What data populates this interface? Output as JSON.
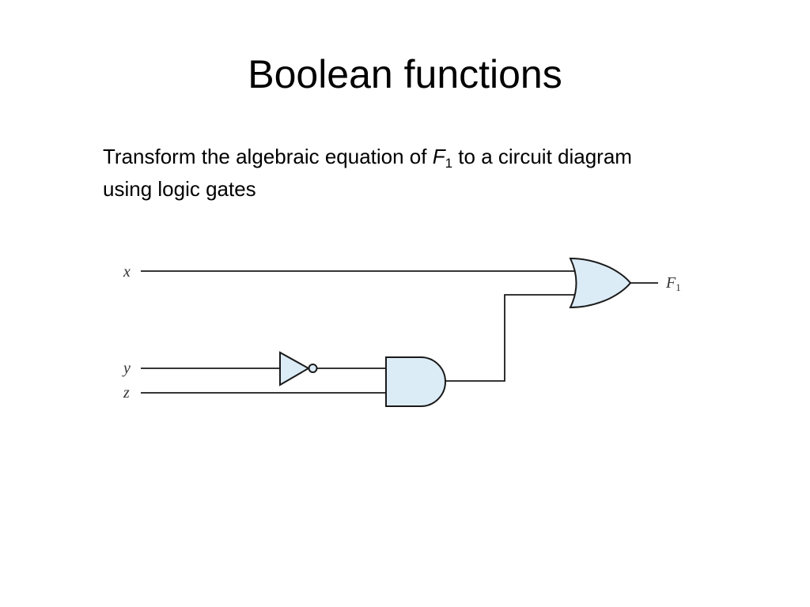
{
  "slide": {
    "title": "Boolean functions",
    "instruction": {
      "text_before": "Transform the algebraic equation of ",
      "function_name": "F",
      "function_subscript": "1",
      "text_after": " to a circuit diagram using logic gates"
    }
  },
  "circuit": {
    "inputs": [
      {
        "name": "x"
      },
      {
        "name": "y"
      },
      {
        "name": "z"
      }
    ],
    "gates": [
      {
        "type": "NOT",
        "input": "y"
      },
      {
        "type": "AND",
        "inputs": [
          "y'",
          "z"
        ]
      },
      {
        "type": "OR",
        "inputs": [
          "x",
          "y'z"
        ]
      }
    ],
    "output": {
      "name": "F",
      "subscript": "1"
    },
    "colors": {
      "gate_fill": "#dcecf7",
      "wire": "#1a1a1a"
    }
  }
}
